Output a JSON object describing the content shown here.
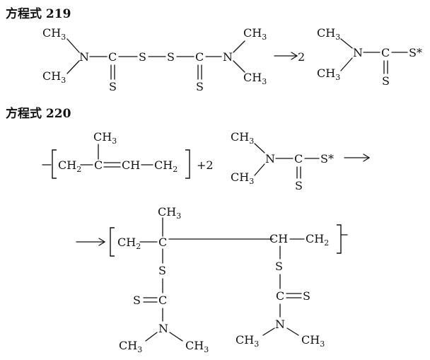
{
  "equation_219": {
    "heading": "方程式 219",
    "coefficient": "2"
  },
  "equation_220": {
    "heading": "方程式 220",
    "coefficient": "+2"
  },
  "atoms": {
    "ch3": "CH",
    "ch2": "CH",
    "ch": "CH",
    "n": "N",
    "c": "C",
    "s": "S",
    "sub3": "3",
    "sub2": "2",
    "radical_sulfur": "S*"
  }
}
